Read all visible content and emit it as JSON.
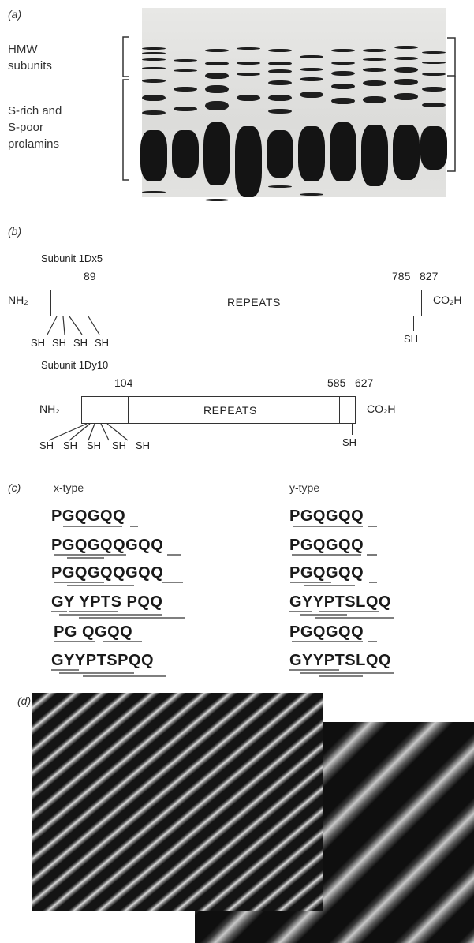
{
  "panel_a": {
    "label": "(a)",
    "hmw_label": [
      "HMW",
      "subunits"
    ],
    "prolamin_label": [
      "S-rich and",
      "S-poor",
      "prolamins"
    ]
  },
  "panel_b": {
    "label": "(b)",
    "dx5": {
      "title": "Subunit 1Dx5",
      "n_term": "NH₂",
      "c_term": "CO₂H",
      "pos1": "89",
      "pos2": "785",
      "pos3": "827",
      "repeats": "REPEATS",
      "sh_labels": [
        "SH",
        "SH",
        "SH",
        "SH"
      ],
      "sh_c": "SH"
    },
    "dy10": {
      "title": "Subunit 1Dy10",
      "n_term": "NH₂",
      "c_term": "CO₂H",
      "pos1": "104",
      "pos2": "585",
      "pos3": "627",
      "repeats": "REPEATS",
      "sh_labels": [
        "SH",
        "SH",
        "SH",
        "SH",
        "SH"
      ],
      "sh_c": "SH"
    }
  },
  "panel_c": {
    "label": "(c)",
    "x_header": "x-type",
    "y_header": "y-type",
    "x_seqs": [
      "PGQGQQ",
      "PGQGQQGQQ",
      "PGQGQQGQQ",
      "GY YPTS PQQ",
      "PG QGQQ",
      "GYYPTSPQQ"
    ],
    "y_seqs": [
      "PGQGQQ",
      "PGQGQQ",
      "PGQGQQ",
      "GYYPTSLQQ",
      "PGQGQQ",
      "GYYPTSLQQ"
    ]
  },
  "panel_d": {
    "label": "(d)"
  }
}
